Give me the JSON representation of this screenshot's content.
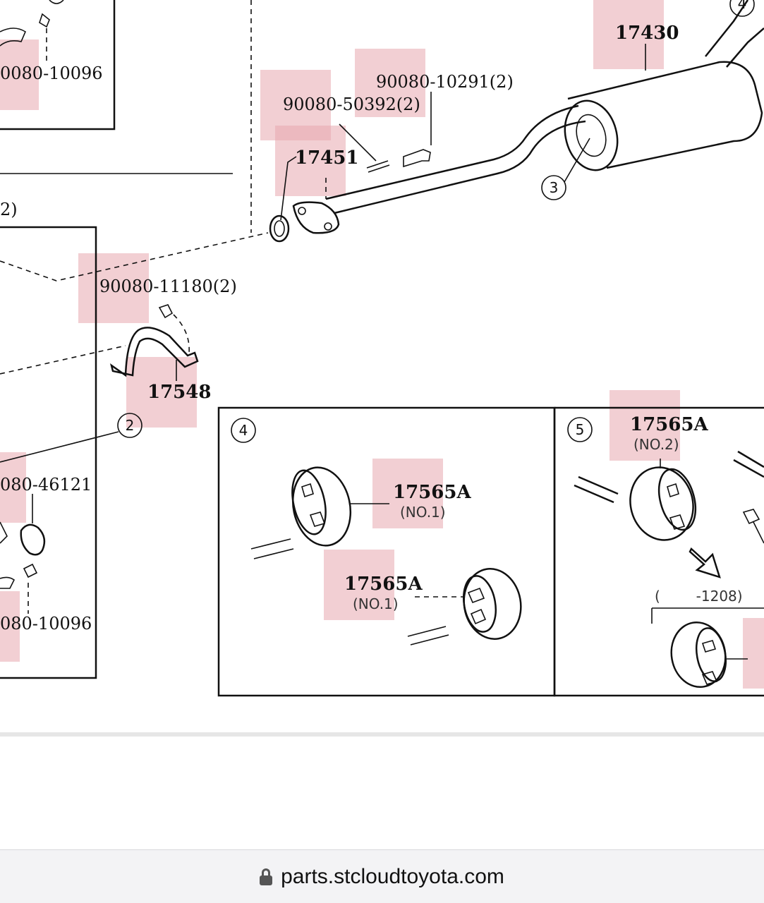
{
  "diagram": {
    "parts": {
      "p17430": "17430",
      "p90080_10291": "90080-10291(2)",
      "p90080_50392": "90080-50392(2)",
      "p17451": "17451",
      "p90080_11180": "90080-11180(2)",
      "p17548": "17548",
      "p90080_10096_top": "0080-10096",
      "p90080_46121": "080-46121",
      "p90080_10096_bottom": "080-10096",
      "p17565A_no1_a": "17565A",
      "p17565A_no1_a_sub": "(NO.1)",
      "p17565A_no1_b": "17565A",
      "p17565A_no1_b_sub": "(NO.1)",
      "p17565A_no2": "17565A",
      "p17565A_no2_sub": "(NO.2)",
      "range_note": "(        -1208)",
      "left_partial": "2)"
    },
    "callouts": {
      "c2": "2",
      "c3": "3",
      "c4_top": "4",
      "c4_panel": "4",
      "c5_panel": "5"
    }
  },
  "browser": {
    "url": "parts.stcloudtoyota.com",
    "lock_icon": "lock-icon"
  }
}
